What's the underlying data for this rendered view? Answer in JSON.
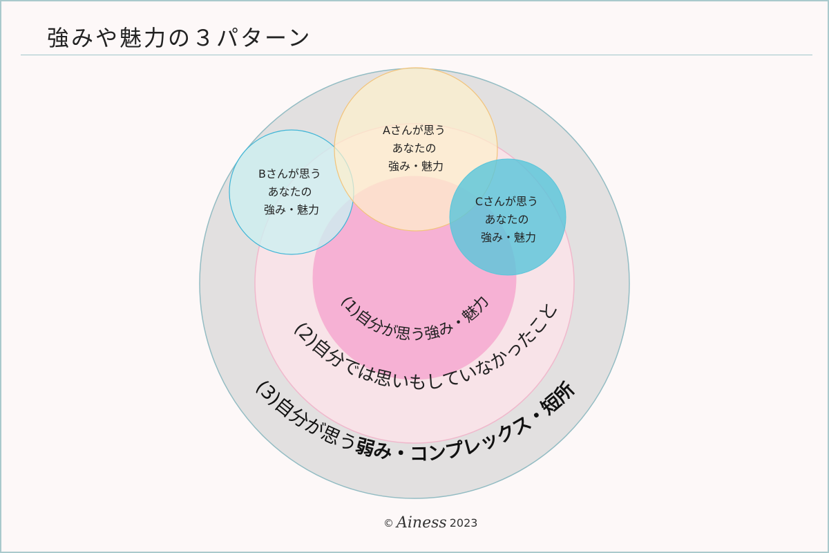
{
  "title": "強みや魅力の３パターン",
  "circles": {
    "a": {
      "lines": [
        "Aさんが思う",
        "あなたの",
        "強み・魅力"
      ],
      "fill": "#fdf0cc",
      "stroke": "#f2c37a"
    },
    "b": {
      "lines": [
        "Bさんが思う",
        "あなたの",
        "強み・魅力"
      ],
      "fill": "#cdeff0",
      "stroke": "#3fb5d6"
    },
    "c": {
      "lines": [
        "Cさんが思う",
        "あなたの",
        "強み・魅力"
      ],
      "fill": "#5cc6da",
      "stroke": "#5cc6da"
    },
    "ring1": {
      "label": "(1)自分が思う強み・魅力",
      "fill": "#f6b1d4",
      "stroke": "#f7b3d1"
    },
    "ring2": {
      "label": "(2)自分では思いもしていなかったこと",
      "fill": "#f8e3e8",
      "stroke": "#f0b8cc"
    },
    "ring3": {
      "label_normal": "(3)自分が思う",
      "label_bold": "弱み・コンプレックス・短所",
      "fill": "#e2e0e0",
      "stroke": "#93bcc3"
    }
  },
  "footer": {
    "copyright": "©",
    "brand": "Ainess",
    "year": "2023"
  }
}
